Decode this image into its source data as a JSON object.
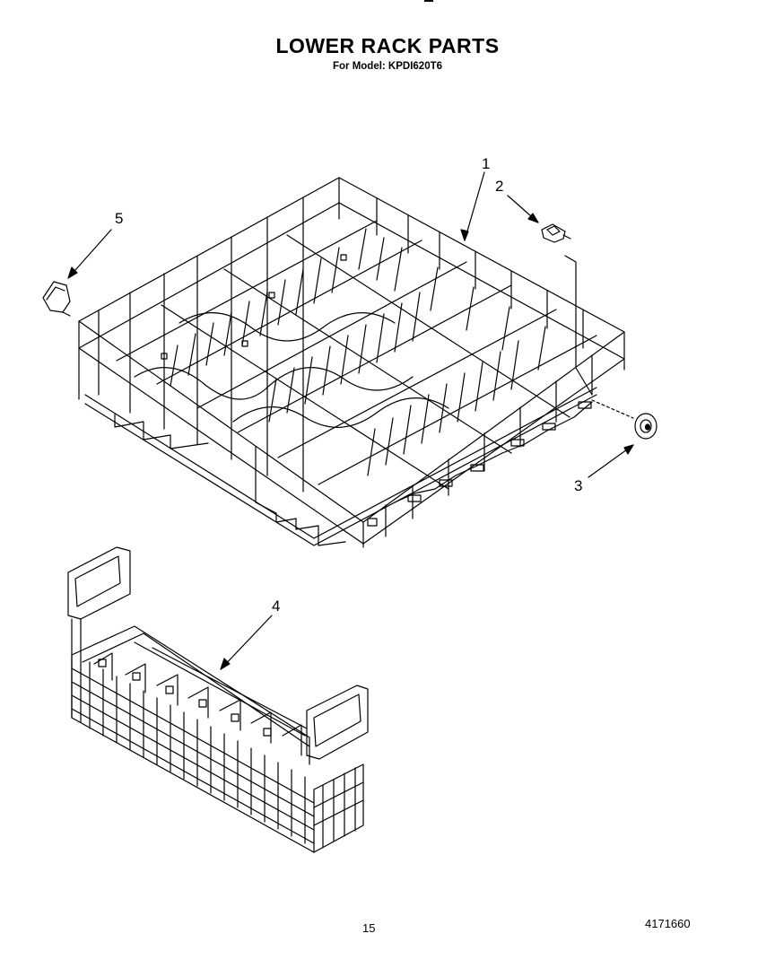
{
  "header": {
    "title": "LOWER RACK PARTS",
    "subtitle": "For Model: KPDI620T6"
  },
  "callouts": {
    "c1": "1",
    "c2": "2",
    "c3": "3",
    "c4": "4",
    "c5": "5"
  },
  "footer": {
    "page_number": "15",
    "document_number": "4171660"
  }
}
